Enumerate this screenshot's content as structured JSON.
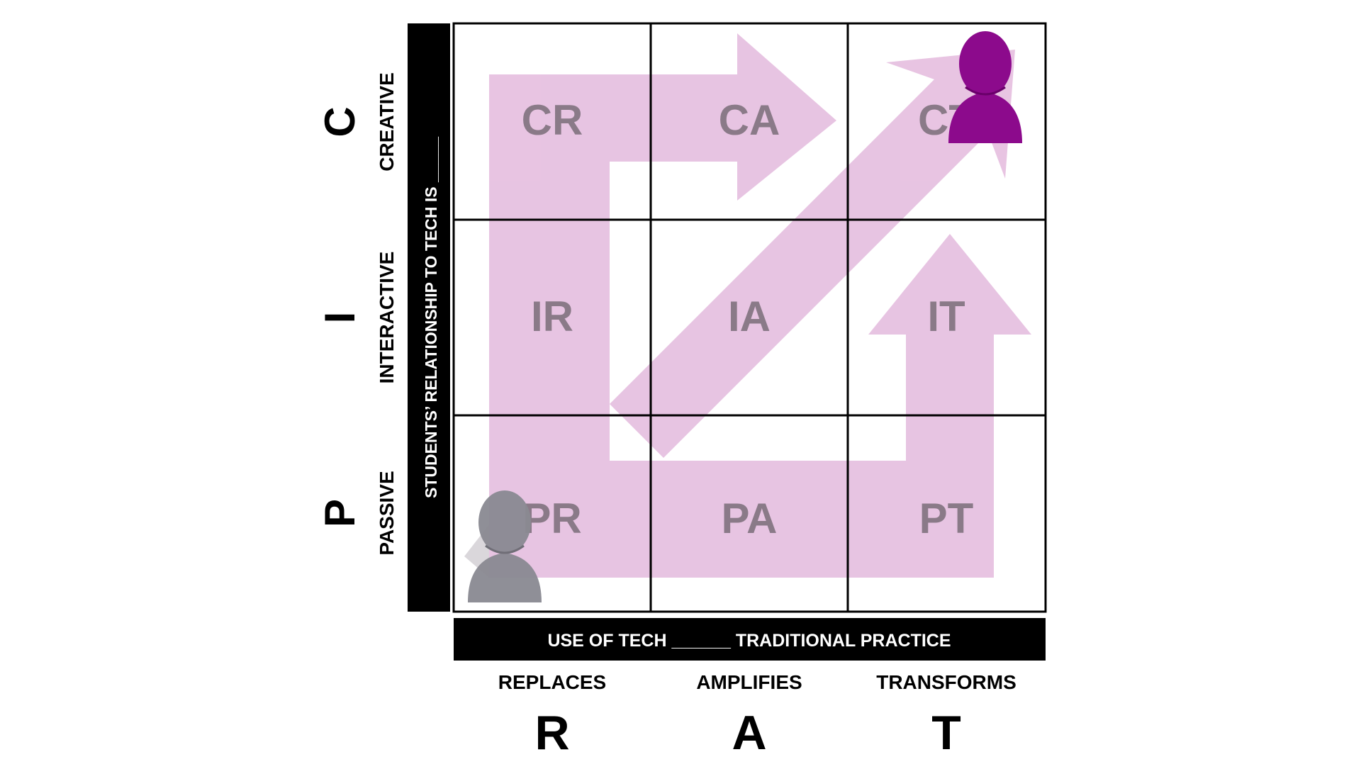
{
  "y_axis": {
    "bar_label": "STUDENTS’ RELATIONSHIP TO TECH IS _____",
    "rows": [
      {
        "letter": "C",
        "label": "CREATIVE"
      },
      {
        "letter": "I",
        "label": "INTERACTIVE"
      },
      {
        "letter": "P",
        "label": "PASSIVE"
      }
    ]
  },
  "x_axis": {
    "bar_label": "USE OF TECH ______ TRADITIONAL PRACTICE",
    "columns": [
      {
        "label": "REPLACES",
        "letter": "R"
      },
      {
        "label": "AMPLIFIES",
        "letter": "A"
      },
      {
        "label": "TRANSFORMS",
        "letter": "T"
      }
    ]
  },
  "cells": [
    [
      "CR",
      "CA",
      "CT"
    ],
    [
      "IR",
      "IA",
      "IT"
    ],
    [
      "PR",
      "PA",
      "PT"
    ]
  ],
  "colors": {
    "arrow_fill": "#e6bfe0",
    "cell_text": "#8a7a88",
    "start_figure": "#8a8a92",
    "end_figure": "#8c0a8c",
    "bar_fill": "#000000",
    "grid_line": "#000000"
  },
  "icons": {
    "start_figure": "person-icon",
    "end_figure": "person-icon"
  }
}
